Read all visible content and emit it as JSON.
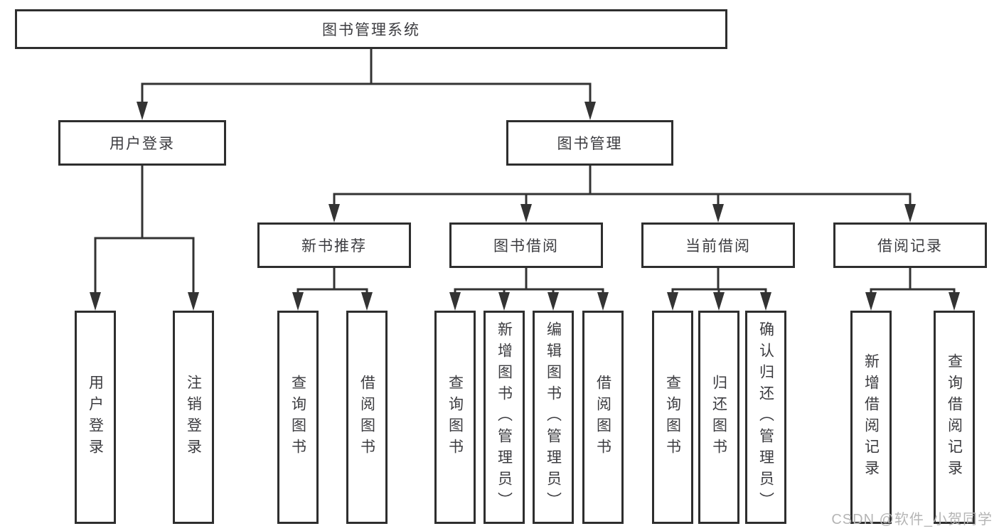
{
  "colors": {
    "border": "#2e2e2e",
    "connector_line": "#333333",
    "text": "#3c3c40",
    "watermark": "#b5b5b5",
    "background": "#ffffff"
  },
  "watermark": "CSDN @软件_小贺同学",
  "tree": {
    "root": {
      "label": "图书管理系统"
    },
    "branches": [
      {
        "label": "用户登录",
        "leaves": [
          {
            "label": "用户登录"
          },
          {
            "label": "注销登录"
          }
        ]
      },
      {
        "label": "图书管理",
        "sections": [
          {
            "label": "新书推荐",
            "leaves": [
              {
                "label": "查询图书"
              },
              {
                "label": "借阅图书"
              }
            ]
          },
          {
            "label": "图书借阅",
            "leaves": [
              {
                "label": "查询图书"
              },
              {
                "label": "新增图书（管理员）"
              },
              {
                "label": "编辑图书（管理员）"
              },
              {
                "label": "借阅图书"
              }
            ]
          },
          {
            "label": "当前借阅",
            "leaves": [
              {
                "label": "查询图书"
              },
              {
                "label": "归还图书"
              },
              {
                "label": "确认归还（管理员）"
              }
            ]
          },
          {
            "label": "借阅记录",
            "leaves": [
              {
                "label": "新增借阅记录"
              },
              {
                "label": "查询借阅记录"
              }
            ]
          }
        ]
      }
    ]
  }
}
